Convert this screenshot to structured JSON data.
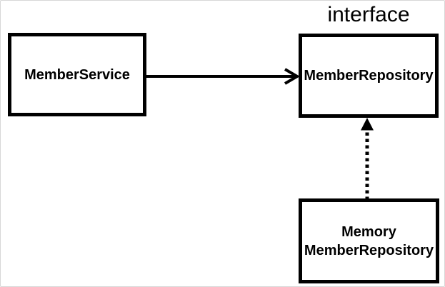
{
  "diagram": {
    "title_annotation": "interface",
    "nodes": {
      "member_service": {
        "label": "MemberService"
      },
      "member_repository": {
        "label": "MemberRepository",
        "stereotype": "interface"
      },
      "memory_member_repository": {
        "label_line1": "Memory",
        "label_line2": "MemberRepository"
      }
    },
    "edges": [
      {
        "from": "MemberService",
        "to": "MemberRepository",
        "line": "solid",
        "head": "open-arrow",
        "direction": "right"
      },
      {
        "from": "MemoryMemberRepository",
        "to": "MemberRepository",
        "line": "dotted",
        "head": "filled-arrow",
        "direction": "up"
      }
    ],
    "colors": {
      "stroke": "#000000",
      "background": "#ffffff",
      "frame_border": "#d7d7d7"
    }
  }
}
